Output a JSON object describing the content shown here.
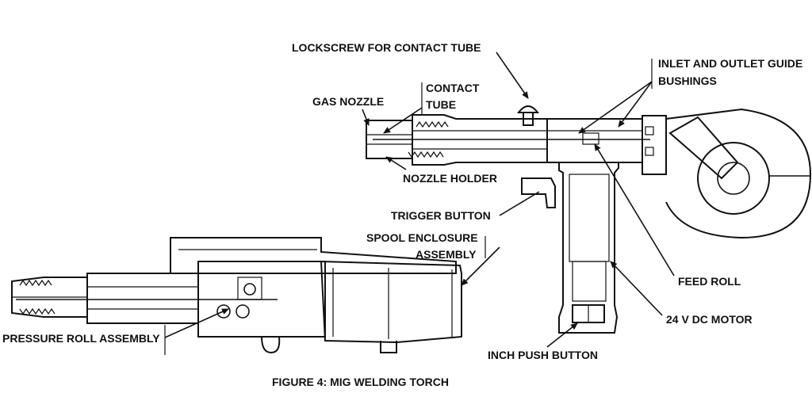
{
  "caption": "FIGURE 4: MIG WELDING TORCH",
  "labels": {
    "lockscrew": "LOCKSCREW FOR CONTACT TUBE",
    "inlet_line1": "INLET AND OUTLET GUIDE",
    "inlet_line2": "BUSHINGS",
    "contact_line1": "CONTACT",
    "contact_line2": "TUBE",
    "gas_nozzle": "GAS NOZZLE",
    "nozzle_holder": "NOZZLE HOLDER",
    "trigger_button": "TRIGGER BUTTON",
    "spool_line1": "SPOOL ENCLOSURE",
    "spool_line2": "ASSEMBLY",
    "feed_roll": "FEED ROLL",
    "motor": "24 V DC MOTOR",
    "pressure_roll": "PRESSURE ROLL ASSEMBLY",
    "inch_push": "INCH PUSH BUTTON"
  }
}
